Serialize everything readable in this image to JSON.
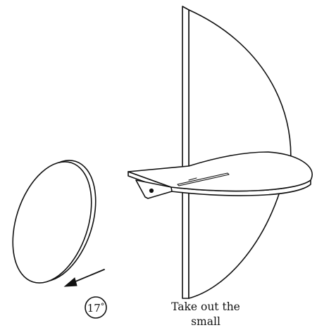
{
  "step": {
    "number": "17",
    "degree_symbol": "°"
  },
  "caption": {
    "line1": "Take out the",
    "line2": "small"
  },
  "illustration": {
    "parts": [
      "half-disc-panel",
      "half-round-shelf",
      "bracket",
      "round-mirror",
      "direction-arrow"
    ]
  },
  "colors": {
    "ink": "#111111",
    "paper": "#ffffff"
  }
}
